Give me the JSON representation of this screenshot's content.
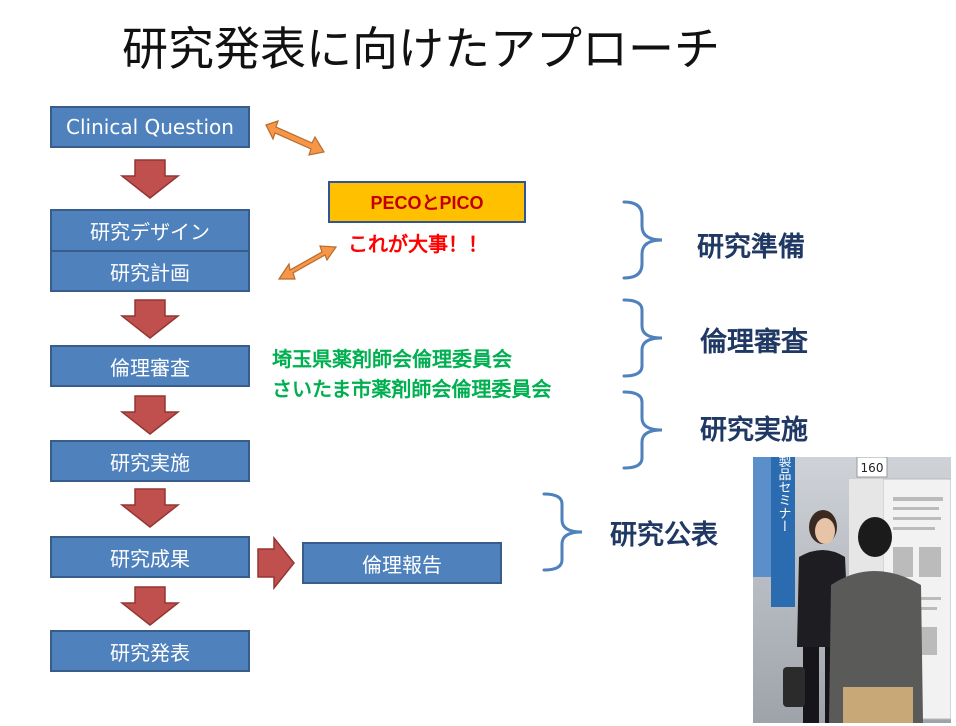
{
  "title": "研究発表に向けたアプローチ",
  "flow": {
    "clinical_question": "Clinical Question",
    "design": "研究デザイン",
    "plan": "研究計画",
    "ethics_review": "倫理審査",
    "implementation": "研究実施",
    "results": "研究成果",
    "presentation": "研究発表",
    "ethics_report": "倫理報告"
  },
  "callouts": {
    "peco_pico": "PECOとPICO",
    "important": "これが大事！！",
    "committee_1": "埼玉県薬剤師会倫理委員会",
    "committee_2": "さいたま市薬剤師会倫理委員会"
  },
  "phases": {
    "preparation": "研究準備",
    "review": "倫理審査",
    "implementation": "研究実施",
    "publication": "研究公表"
  },
  "photo": {
    "booth_number": "160",
    "banner_text": "新製品セミナー"
  },
  "colors": {
    "box_fill": "#4f81bd",
    "down_arrow": "#c0504d",
    "double_arrow": "#f79646",
    "peco_fill": "#ffc000",
    "bracket": "#4f81bd",
    "phase_text": "#1f3864",
    "green_text": "#00b050",
    "red_text": "#ff0000"
  }
}
